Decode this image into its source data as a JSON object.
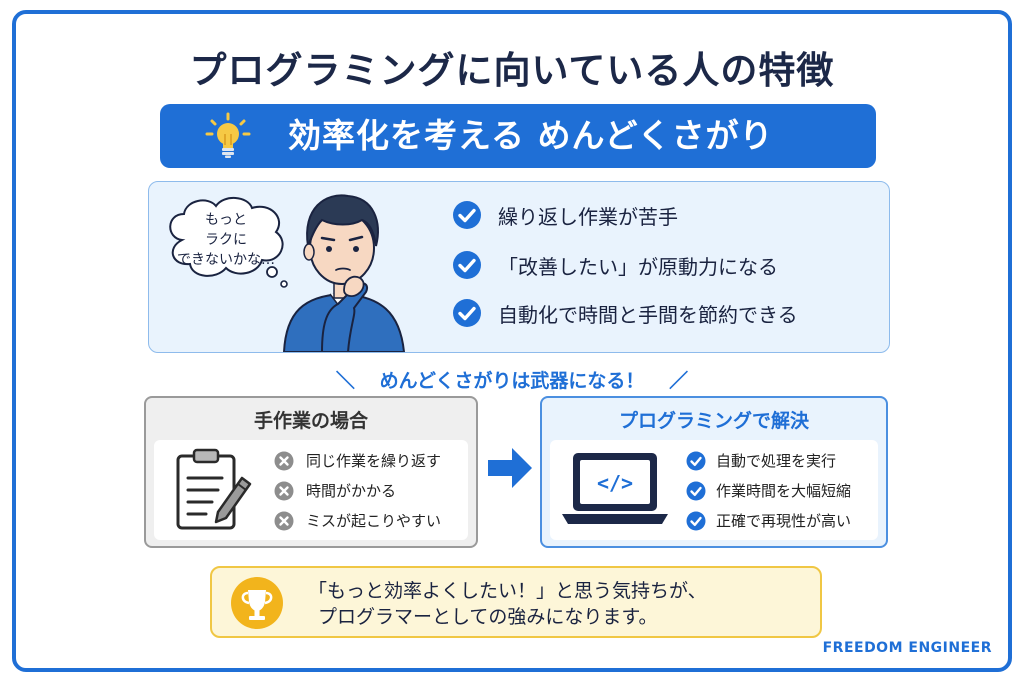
{
  "title": "プログラミングに向いている人の特徴",
  "banner": {
    "text": "効率化を考える めんどくさがり",
    "icon": "lightbulb-icon"
  },
  "thought": {
    "lines": [
      "もっと",
      "ラクに",
      "できないかな…"
    ]
  },
  "traits": [
    {
      "text": "繰り返し作業が苦手",
      "icon": "check-circle-icon"
    },
    {
      "text": "「改善したい」が原動力になる",
      "icon": "check-circle-icon"
    },
    {
      "text": "自動化で時間と手間を節約できる",
      "icon": "check-circle-icon"
    }
  ],
  "tagline": {
    "left": "＼",
    "text": "めんどくさがりは武器になる！",
    "right": "／"
  },
  "manual": {
    "title": "手作業の場合",
    "items": [
      "同じ作業を繰り返す",
      "時間がかかる",
      "ミスが起こりやすい"
    ]
  },
  "programming": {
    "title": "プログラミングで解決",
    "screen_code": "</>",
    "items": [
      "自動で処理を実行",
      "作業時間を大幅短縮",
      "正確で再現性が高い"
    ]
  },
  "footer": {
    "line1": "「もっと効率よくしたい！」と思う気持ちが、",
    "line2": "プログラマーとしての強みになります。"
  },
  "brand": "FREEDOM ENGINEER",
  "colors": {
    "primary": "#1f6fd6",
    "title": "#1c2848",
    "panel": "#e9f3fd",
    "manual_panel": "#efefef",
    "footer": "#fdf6d8",
    "footer_border": "#f0c744",
    "trophy": "#f2b41c"
  }
}
